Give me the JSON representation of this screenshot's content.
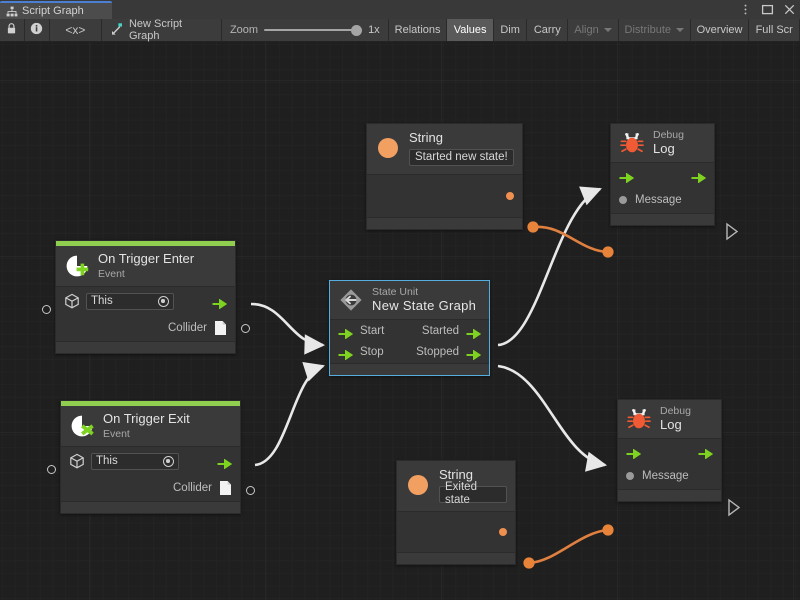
{
  "window": {
    "tab_label": "Script Graph",
    "tab_icon": "graph-icon",
    "controls": [
      {
        "name": "more-options-icon",
        "glyph": "kebab"
      },
      {
        "name": "maximize-icon",
        "glyph": "square"
      },
      {
        "name": "close-icon",
        "glyph": "x"
      }
    ]
  },
  "toolbar": {
    "lock_icon": "lock-icon",
    "info_icon": "info-icon",
    "code_icon": "code-icon",
    "code_label": "<x>",
    "graph_name": "New Script Graph",
    "graph_icon": "script-graph-icon",
    "zoom_label": "Zoom",
    "zoom_value": "1x",
    "buttons": [
      {
        "label": "Relations",
        "state": "normal"
      },
      {
        "label": "Values",
        "state": "active"
      },
      {
        "label": "Dim",
        "state": "normal"
      },
      {
        "label": "Carry",
        "state": "normal"
      },
      {
        "label": "Align",
        "state": "dim",
        "caret": true
      },
      {
        "label": "Distribute",
        "state": "dim",
        "caret": true
      },
      {
        "label": "Overview",
        "state": "normal"
      },
      {
        "label": "Full Scr",
        "state": "normal"
      }
    ]
  },
  "colors": {
    "accent_green": "#8fce4e",
    "data_orange": "#e8833a",
    "flow_white": "#e8e8e8",
    "selection_blue": "#55aee0",
    "canvas_bg": "#1f1f1f",
    "node_bg": "#3a3a3a"
  },
  "nodes": {
    "string_top": {
      "icon": "string-value-icon",
      "title": "String",
      "value": "Started new state!",
      "output_port": "string-output-port"
    },
    "string_bottom": {
      "icon": "string-value-icon",
      "title": "String",
      "value": "Exited state",
      "output_port": "string-output-port"
    },
    "debug_log_top": {
      "icon": "bug-icon",
      "subtitle": "Debug",
      "title": "Log",
      "input_flow": "enter-flow-port",
      "output_flow": "exit-flow-port",
      "message_port": "Message"
    },
    "debug_log_bottom": {
      "icon": "bug-icon",
      "subtitle": "Debug",
      "title": "Log",
      "input_flow": "enter-flow-port",
      "output_flow": "exit-flow-port",
      "message_port": "Message"
    },
    "on_trigger_enter": {
      "icon": "event-plus-icon",
      "title": "On Trigger Enter",
      "subtitle": "Event",
      "target_field": "This",
      "target_icon": "cube-icon",
      "collider_label": "Collider",
      "collider_icon": "document-icon"
    },
    "on_trigger_exit": {
      "icon": "event-x-icon",
      "title": "On Trigger Exit",
      "subtitle": "Event",
      "target_field": "This",
      "target_icon": "cube-icon",
      "collider_label": "Collider",
      "collider_icon": "document-icon"
    },
    "state_unit": {
      "icon": "state-unit-icon",
      "subtitle": "State Unit",
      "title": "New  State  Graph",
      "selected": true,
      "inputs": [
        "Start",
        "Stop"
      ],
      "outputs": [
        "Started",
        "Stopped"
      ]
    }
  },
  "connections": [
    {
      "from": "string_top.output",
      "to": "debug_log_top.message",
      "kind": "data"
    },
    {
      "from": "string_bottom.output",
      "to": "debug_log_bottom.message",
      "kind": "data"
    },
    {
      "from": "on_trigger_enter.flow",
      "to": "state_unit.start",
      "kind": "flow"
    },
    {
      "from": "on_trigger_exit.flow",
      "to": "state_unit.stop",
      "kind": "flow"
    },
    {
      "from": "state_unit.started",
      "to": "debug_log_top.enter",
      "kind": "flow"
    },
    {
      "from": "state_unit.stopped",
      "to": "debug_log_bottom.enter",
      "kind": "flow"
    }
  ]
}
